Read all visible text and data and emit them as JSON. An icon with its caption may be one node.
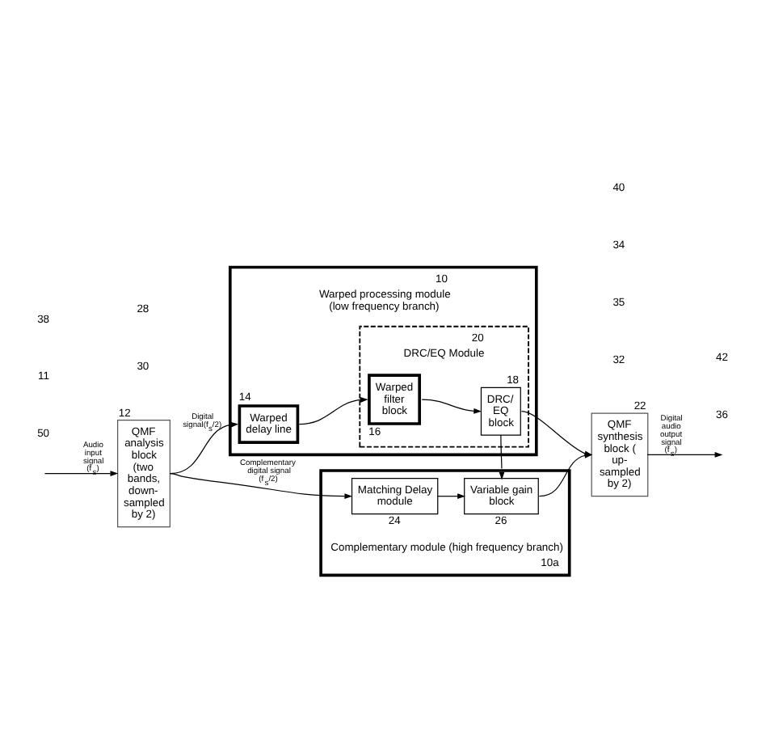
{
  "diagram": {
    "nodes": [
      {
        "text": [
          "Warped processing module (low frequency branch)"
        ],
        "beside": [
          "10"
        ]
      },
      {
        "text": [
          "DRC/EQ Module"
        ],
        "in": 0,
        "beside": [
          "20"
        ]
      },
      {
        "text": [
          "Warped delay line"
        ],
        "in": 0,
        "beside": [
          "14"
        ]
      },
      {
        "text": [
          "Warped filter block"
        ],
        "in": 1,
        "beside": [
          "16"
        ]
      },
      {
        "text": [
          "DRC/ EQ block"
        ],
        "in": 1,
        "beside": [
          "18"
        ]
      },
      {
        "text": [
          "QMF analysis block (two bands, down-sampled by 2)"
        ],
        "beside": [
          "12"
        ]
      },
      {
        "text": [
          "QMF synthesis block ( up-sampled by 2)"
        ],
        "beside": [
          "22"
        ]
      },
      {
        "text": [
          "Complementary module (high frequency branch)"
        ],
        "beside": [
          "10a"
        ]
      },
      {
        "text": [
          "Matching Delay module"
        ],
        "in": 7,
        "beside": [
          "24"
        ]
      },
      {
        "text": [
          "Variable gain block"
        ],
        "in": 7,
        "beside": [
          "26"
        ]
      }
    ],
    "edges": [
      {
        "from": null,
        "to": 5,
        "arrow": "to",
        "label": "Audio input signal (f$_{s}$)"
      },
      {
        "from": 5,
        "to": 2,
        "arrow": "to",
        "label": "Digital signal(f$_{s}$/2)"
      },
      {
        "from": 2,
        "to": 3,
        "arrow": "to"
      },
      {
        "from": 3,
        "to": 4,
        "arrow": "to"
      },
      {
        "from": 4,
        "to": 6,
        "arrow": "to"
      },
      {
        "from": 4,
        "to": 9,
        "arrow": "to"
      },
      {
        "from": 5,
        "to": 8,
        "arrow": "to",
        "label": "Complementary digital signal (f$_{s}$/2)"
      },
      {
        "from": 8,
        "to": 9,
        "arrow": "to"
      },
      {
        "from": 9,
        "to": 6,
        "arrow": "to"
      },
      {
        "from": 6,
        "to": null,
        "arrow": "to",
        "label": "Digital audio output signal (f$_{s}$)"
      }
    ],
    "labels": [
      "50",
      "30",
      "32",
      "28",
      "35",
      "34",
      "11",
      "38",
      "36",
      "40",
      "42"
    ]
  }
}
